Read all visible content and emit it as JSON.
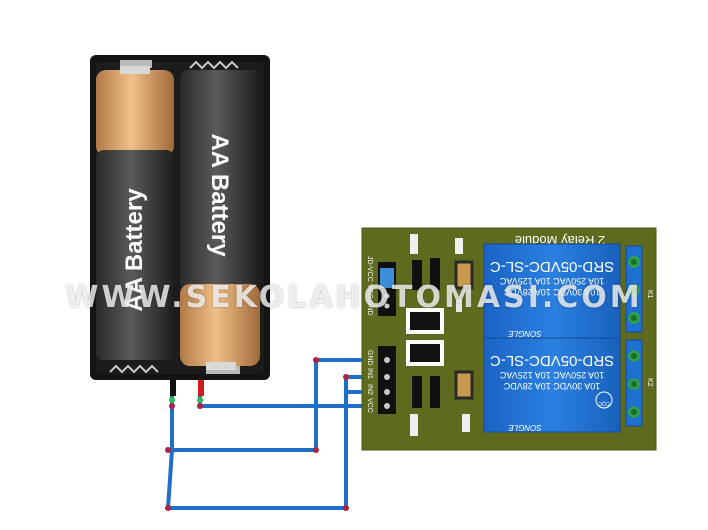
{
  "battery_holder": {
    "cells": [
      {
        "label": "AA Battery"
      },
      {
        "label": "AA Battery"
      }
    ]
  },
  "relay_module": {
    "title": "2 Relay Module",
    "pin_labels_top": [
      "JD-VCC",
      "VCC",
      "GND"
    ],
    "pin_labels_bottom": [
      "GND",
      "IN1",
      "IN2",
      "VCC"
    ],
    "relays": [
      {
        "model": "SRD-05VDC-SL-C",
        "rating_1": "10A 250VAC 10A 125VAC",
        "rating_2": "10A 30VDC 10A 28VDC",
        "brand": "SONGLE",
        "terminal_label": "K1"
      },
      {
        "model": "SRD-05VDC-SL-C",
        "rating_1": "10A 250VAC 10A 125VAC",
        "rating_2": "10A 30VDC 10A 28VDC",
        "brand": "SONGLE",
        "cert": "CQC",
        "terminal_label": "K2"
      }
    ]
  },
  "watermark": "WWW.SEKOLAHOTOMASI.COM",
  "colors": {
    "pcb": "#5f6a1e",
    "relay": "#1f6fd0",
    "wire": "#1f6fc8",
    "holder": "#151515"
  }
}
